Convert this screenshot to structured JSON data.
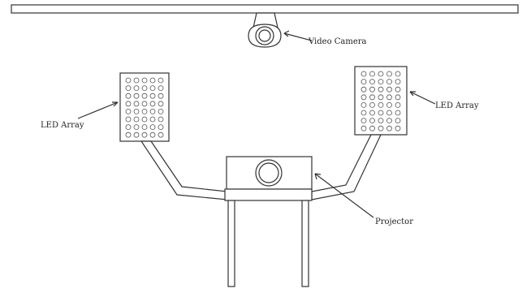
{
  "labels": {
    "camera": "Video Camera",
    "led_left": "LED Array",
    "led_right": "LED Array",
    "projector": "Projector"
  },
  "led_array": {
    "rows": 8,
    "cols": 5
  },
  "colors": {
    "stroke": "#333333",
    "background": "#ffffff"
  }
}
